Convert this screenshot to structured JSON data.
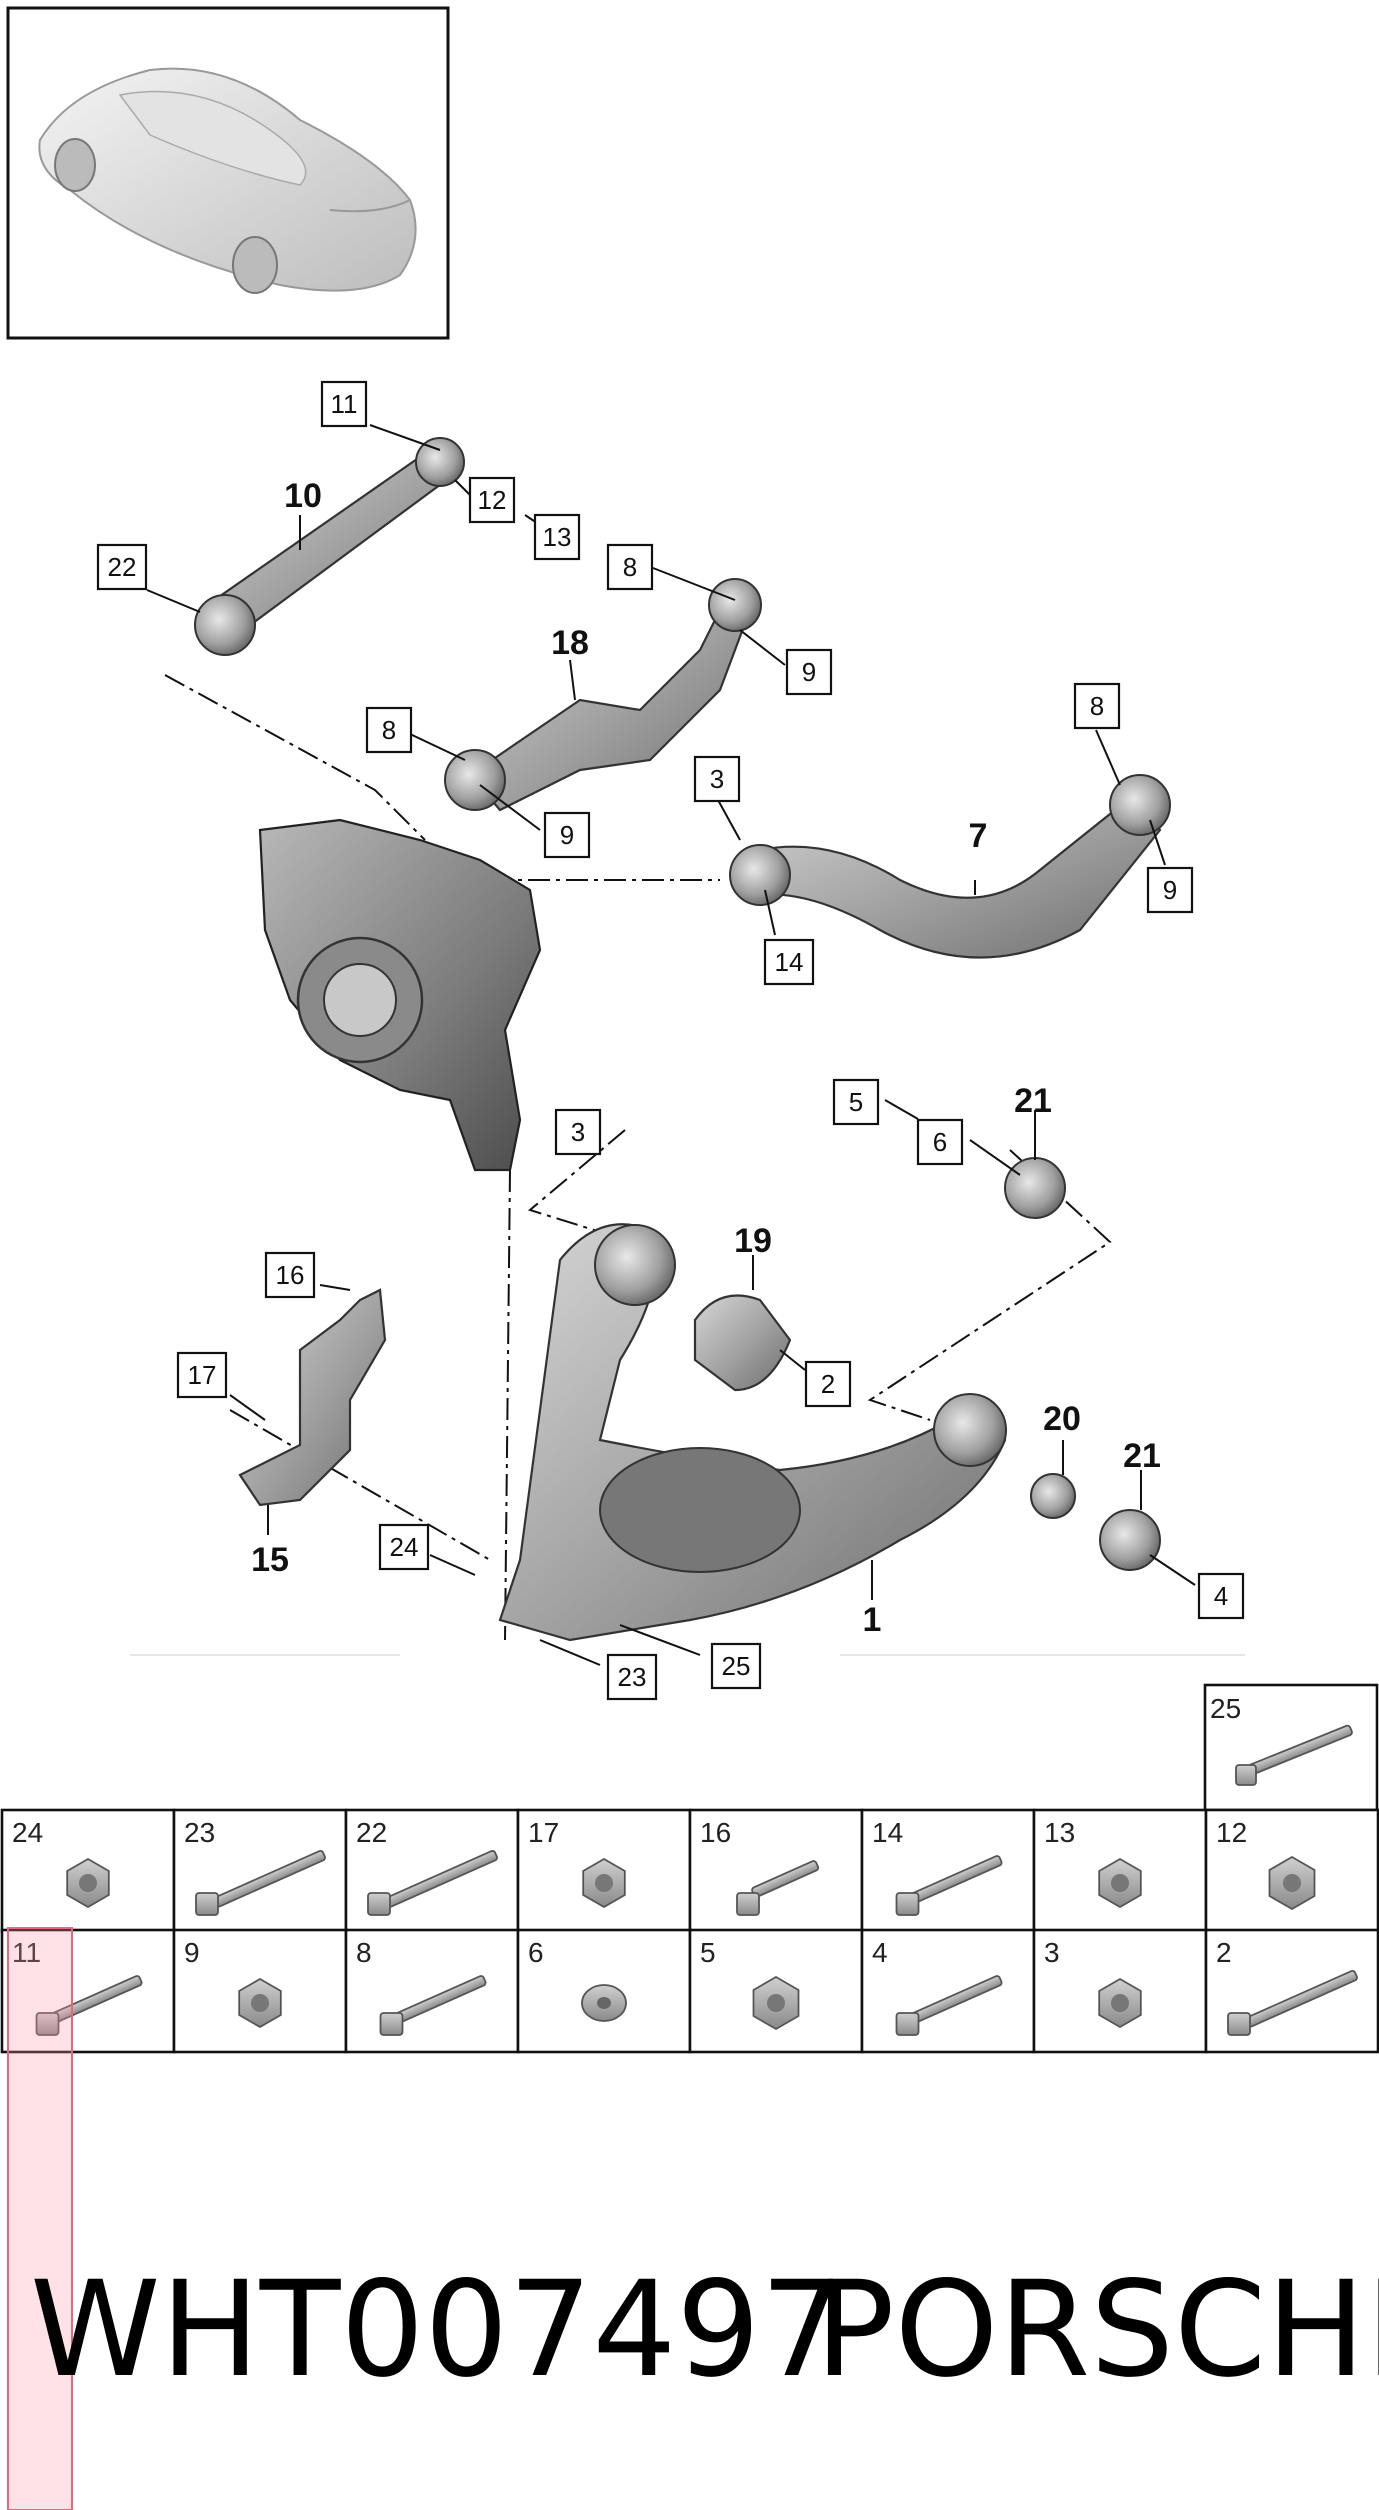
{
  "diagram": {
    "callouts": [
      {
        "id": "c11a",
        "label": "11"
      },
      {
        "id": "c12a",
        "label": "12"
      },
      {
        "id": "c13a",
        "label": "13"
      },
      {
        "id": "c22",
        "label": "22"
      },
      {
        "id": "c8a",
        "label": "8"
      },
      {
        "id": "c9a",
        "label": "9"
      },
      {
        "id": "c8b",
        "label": "8"
      },
      {
        "id": "c9b",
        "label": "9"
      },
      {
        "id": "c8c",
        "label": "8"
      },
      {
        "id": "c3a",
        "label": "3"
      },
      {
        "id": "c9c",
        "label": "9"
      },
      {
        "id": "c14",
        "label": "14"
      },
      {
        "id": "c3b",
        "label": "3"
      },
      {
        "id": "c5",
        "label": "5"
      },
      {
        "id": "c6",
        "label": "6"
      },
      {
        "id": "c16",
        "label": "16"
      },
      {
        "id": "c17",
        "label": "17"
      },
      {
        "id": "c2",
        "label": "2"
      },
      {
        "id": "c24",
        "label": "24"
      },
      {
        "id": "c4",
        "label": "4"
      },
      {
        "id": "c23",
        "label": "23"
      },
      {
        "id": "c25",
        "label": "25"
      }
    ],
    "part_numbers": [
      {
        "id": "p10",
        "label": "10"
      },
      {
        "id": "p18",
        "label": "18"
      },
      {
        "id": "p7",
        "label": "7"
      },
      {
        "id": "p21a",
        "label": "21"
      },
      {
        "id": "p19",
        "label": "19"
      },
      {
        "id": "p20",
        "label": "20"
      },
      {
        "id": "p21b",
        "label": "21"
      },
      {
        "id": "p15",
        "label": "15"
      },
      {
        "id": "p1",
        "label": "1"
      }
    ]
  },
  "fastener_table": {
    "top_cell": {
      "label": "25",
      "icon": "long-bolt-icon"
    },
    "row1": [
      {
        "label": "24",
        "icon": "flange-nut-icon"
      },
      {
        "label": "23",
        "icon": "long-bolt-icon"
      },
      {
        "label": "22",
        "icon": "long-bolt-icon"
      },
      {
        "label": "17",
        "icon": "flange-nut-icon"
      },
      {
        "label": "16",
        "icon": "short-bolt-icon"
      },
      {
        "label": "14",
        "icon": "bolt-icon"
      },
      {
        "label": "13",
        "icon": "flange-nut-icon"
      },
      {
        "label": "12",
        "icon": "hex-nut-icon"
      }
    ],
    "row2": [
      {
        "label": "11",
        "icon": "bolt-icon"
      },
      {
        "label": "9",
        "icon": "flange-nut-icon"
      },
      {
        "label": "8",
        "icon": "bolt-icon"
      },
      {
        "label": "6",
        "icon": "washer-icon"
      },
      {
        "label": "5",
        "icon": "hex-nut-icon"
      },
      {
        "label": "4",
        "icon": "bolt-icon"
      },
      {
        "label": "3",
        "icon": "flange-nut-icon"
      },
      {
        "label": "2",
        "icon": "long-bolt-icon"
      }
    ]
  },
  "footer": {
    "part_code": "WHT007497",
    "brand": "PORSCHE"
  },
  "colors": {
    "line": "#111111",
    "highlight": "#e6677e"
  }
}
